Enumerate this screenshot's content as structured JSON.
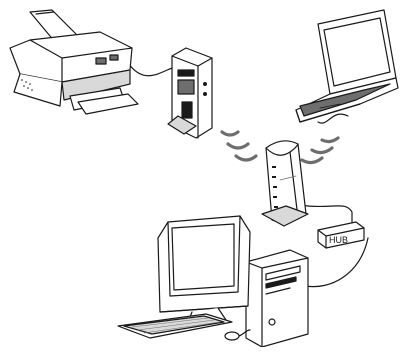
{
  "diagram": {
    "labels": {
      "hub": "HUB"
    },
    "devices": [
      {
        "id": "printer",
        "icon": "inkjet-printer-icon"
      },
      {
        "id": "print-server",
        "icon": "wireless-print-server-icon"
      },
      {
        "id": "laptop",
        "icon": "laptop-icon"
      },
      {
        "id": "access-point",
        "icon": "wireless-access-point-icon"
      },
      {
        "id": "hub",
        "icon": "network-hub-icon"
      },
      {
        "id": "desktop",
        "icon": "desktop-computer-icon"
      }
    ],
    "colors": {
      "stroke": "#1a1a1a",
      "fill": "#ffffff",
      "shade": "#d9d9d9",
      "dark": "#6e6e6e"
    }
  }
}
